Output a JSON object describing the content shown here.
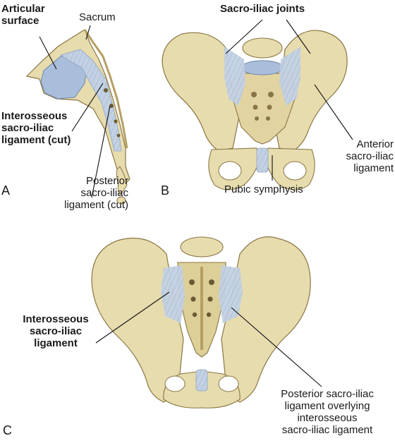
{
  "colors": {
    "bone": "#e7dcae",
    "bone_shade": "#c9b77f",
    "bone_outline": "#8a7645",
    "ligament": "#c3d1e3",
    "articular": "#a9bedb",
    "leader_line": "#111111"
  },
  "panel_a": {
    "letter": "A",
    "articular_line1": "Articular",
    "articular_line2": "surface",
    "sacrum": "Sacrum",
    "interosseous_line1": "Interosseous",
    "interosseous_line2": "sacro-iliac",
    "interosseous_line3": "ligament (cut)",
    "posterior_line1": "Posterior",
    "posterior_line2": "sacro-iliac",
    "posterior_line3": "ligament (cut)"
  },
  "panel_b": {
    "letter": "B",
    "joints": "Sacro-iliac joints",
    "anterior_line1": "Anterior",
    "anterior_line2": "sacro-iliac",
    "anterior_line3": "ligament",
    "pubic": "Pubic symphysis"
  },
  "panel_c": {
    "letter": "C",
    "interosseous_line1": "Interosseous",
    "interosseous_line2": "sacro-iliac",
    "interosseous_line3": "ligament",
    "posterior_line1": "Posterior sacro-iliac",
    "posterior_line2": "ligament overlying",
    "posterior_line3": "interosseous",
    "posterior_line4": "sacro-iliac ligament"
  }
}
